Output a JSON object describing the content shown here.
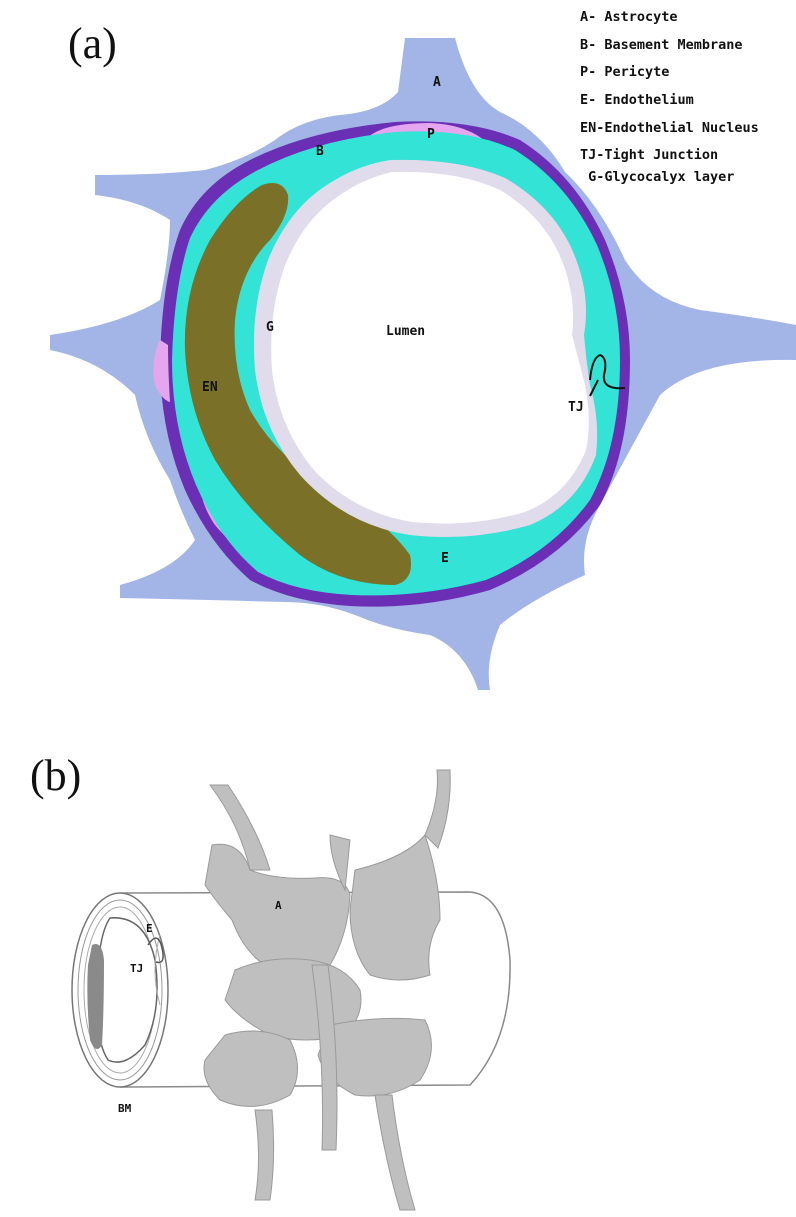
{
  "panel_a": {
    "label": "(a)",
    "legend": [
      "A- Astrocyte",
      "B- Basement Membrane",
      "P- Pericyte",
      "E- Endothelium",
      "EN-Endothelial Nucleus",
      "TJ-Tight Junction",
      " G-Glycocalyx layer"
    ],
    "labels": {
      "astrocyte": "A",
      "basement_membrane": "B",
      "pericyte": "P",
      "glycocalyx": "G",
      "lumen": "Lumen",
      "endothelial_nucleus": "EN",
      "tight_junction": "TJ",
      "endothelium": "E"
    },
    "colors": {
      "astrocyte": "#a3b4e6",
      "basement_membrane": "#6a2fb5",
      "pericyte": "#e6a6ef",
      "endothelium": "#33e3d6",
      "nucleus": "#7b7027",
      "glycocalyx": "#e0dcec",
      "lumen": "#ffffff"
    }
  },
  "panel_b": {
    "label": "(b)",
    "labels": {
      "astrocyte": "A",
      "endothelium": "E",
      "tight_junction": "TJ",
      "basement_membrane": "BM"
    },
    "colors": {
      "astrocyte_process": "#bdbdbd",
      "vessel_outline": "#888888",
      "nucleus": "#8a8a8a"
    }
  }
}
